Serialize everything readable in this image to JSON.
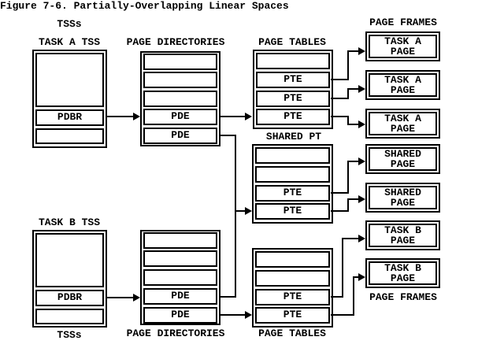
{
  "figure": {
    "title": "Figure 7-6. Partially-Overlapping Linear Spaces"
  },
  "column_labels": {
    "tsss_top": "TSSs",
    "tsss_bottom": "TSSs",
    "page_directories_top": "PAGE DIRECTORIES",
    "page_directories_bottom": "PAGE DIRECTORIES",
    "page_tables_top": "PAGE TABLES",
    "page_tables_bottom": "PAGE TABLES",
    "shared_pt": "SHARED PT",
    "page_frames_top": "PAGE FRAMES",
    "page_frames_bottom": "PAGE FRAMES"
  },
  "tss": {
    "a": {
      "title": "TASK A TSS",
      "register": "PDBR"
    },
    "b": {
      "title": "TASK B TSS",
      "register": "PDBR"
    }
  },
  "directories": {
    "a": {
      "cells": [
        "",
        "",
        "",
        "PDE",
        "PDE"
      ]
    },
    "b": {
      "cells": [
        "",
        "",
        "",
        "PDE",
        "PDE"
      ]
    }
  },
  "tables": {
    "task_a": {
      "cells": [
        "",
        "PTE",
        "PTE",
        "PTE"
      ]
    },
    "shared": {
      "cells": [
        "",
        "",
        "PTE",
        "PTE"
      ]
    },
    "task_b": {
      "cells": [
        "",
        "",
        "PTE",
        "PTE"
      ]
    }
  },
  "frames": [
    {
      "label": "TASK A\nPAGE"
    },
    {
      "label": "TASK A\nPAGE"
    },
    {
      "label": "TASK A\nPAGE"
    },
    {
      "label": "SHARED\nPAGE"
    },
    {
      "label": "SHARED\nPAGE"
    },
    {
      "label": "TASK B\nPAGE"
    },
    {
      "label": "TASK B\nPAGE"
    }
  ],
  "colors": {
    "ink": "#000000",
    "paper": "#ffffff"
  }
}
